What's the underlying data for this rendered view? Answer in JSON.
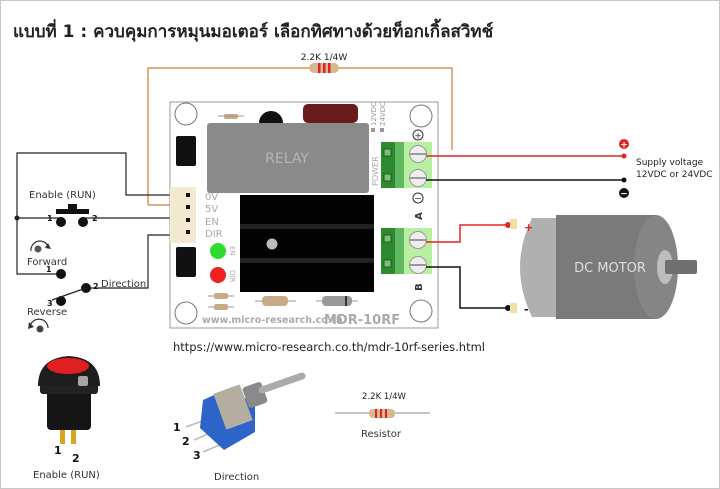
{
  "title": "แบบที่ 1 : ควบคุมการหมุนมอเตอร์ เลือกทิศทางด้วยท็อกเกิ้ลสวิทช์",
  "board": {
    "model": "MDR-10RF",
    "website": "www.micro-research.co.th",
    "relay_label": "RELAY",
    "voltage_labels": [
      "12VDC",
      "24VDC"
    ],
    "power_label": "POWER",
    "input_pins": [
      "0V",
      "5V",
      "EN",
      "DIR"
    ],
    "led_labels": [
      "EN",
      "DIR"
    ],
    "output_labels": [
      "A",
      "B"
    ],
    "plus_symbol": "+",
    "minus_symbol": "−"
  },
  "resistor_top": {
    "label": "2.2K 1/4W"
  },
  "supply": {
    "line1": "Supply voltage",
    "line2": "12VDC or 24VDC",
    "plus": "+",
    "minus": "−"
  },
  "motor": {
    "label": "DC MOTOR",
    "plus": "+",
    "minus": "-"
  },
  "switches": {
    "enable": {
      "label": "Enable (RUN)",
      "pin1": "1",
      "pin2": "2"
    },
    "forward_label": "Forward",
    "reverse_label": "Reverse",
    "direction": {
      "label": "Direction",
      "pin1": "1",
      "pin2": "2",
      "pin3": "3"
    }
  },
  "url": "https://www.micro-research.co.th/mdr-10rf-series.html",
  "components": {
    "pushbutton": {
      "label": "Enable (RUN)",
      "pin1": "1",
      "pin2": "2"
    },
    "toggle": {
      "label": "Direction",
      "pin1": "1",
      "pin2": "2",
      "pin3": "3"
    },
    "resistor": {
      "value": "2.2K 1/4W",
      "label": "Resistor"
    }
  },
  "colors": {
    "wire_red": "#e52222",
    "wire_black": "#111111",
    "wire_orange": "#d9935a",
    "terminal_green": "#2f8a2f",
    "terminal_light": "#b8f0a0",
    "relay_gray": "#8a8a8a",
    "motor_gray": "#7a7a7a",
    "led_green": "#2ddc2d",
    "led_red": "#ee2222"
  }
}
